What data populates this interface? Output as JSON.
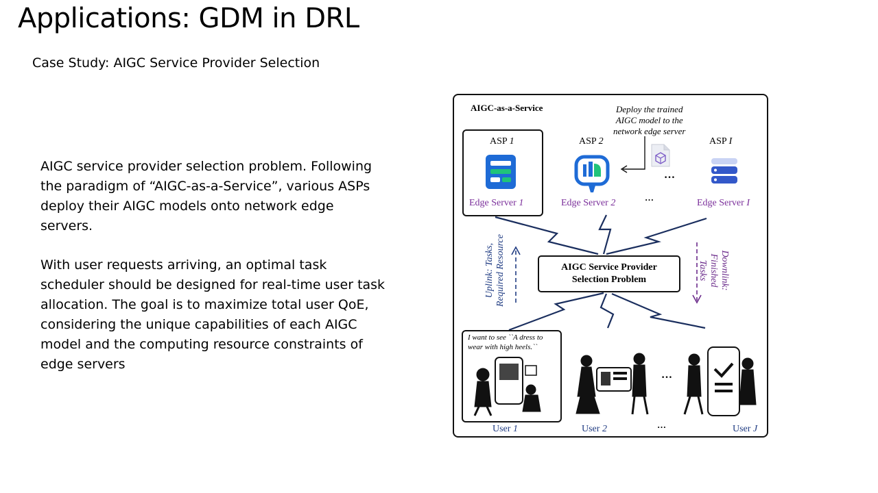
{
  "slide": {
    "title": "Applications: GDM in DRL",
    "subtitle": "Case Study: AIGC Service Provider Selection",
    "paragraphs": [
      "AIGC service provider selection problem. Following the paradigm of “AIGC-as-a-Service”, various ASPs deploy their AIGC models onto network edge servers.",
      "With user requests arriving, an optimal task scheduler should be designed for real-time user task allocation. The goal is to maximize total user QoE, considering the unique capabilities of each AIGC model and the computing resource constraints of edge servers"
    ]
  },
  "diagram": {
    "heading": "AIGC-as-a-Service",
    "deploy_note": "Deploy the trained\nAIGC model to the\nnetwork edge server",
    "asps": [
      {
        "asp": "ASP ",
        "idx": "1",
        "server": "Edge Server ",
        "sidx": "1"
      },
      {
        "asp": "ASP ",
        "idx": "2",
        "server": "Edge Server ",
        "sidx": "2"
      },
      {
        "asp": "ASP ",
        "idx": "I",
        "server": "Edge Server ",
        "sidx": "I"
      }
    ],
    "ellipsis": "…",
    "problem_box": "AIGC Service Provider\nSelection Problem",
    "uplink": "Uplink: Tasks,\nRequired Resource",
    "downlink": "Downlink:\nFinished Tasks",
    "speech": "I want to see ``A dress to\nwear with high heels.``",
    "users": [
      {
        "name": "User ",
        "idx": "1"
      },
      {
        "name": "User ",
        "idx": "2"
      },
      {
        "name": "User ",
        "idx": "J"
      }
    ],
    "colors": {
      "server1": "#1e6bd6",
      "server1_accent": "#20c37a",
      "server2": "#1e6bd6",
      "server2_accent": "#20c37a",
      "serverI": "#3358c9",
      "edge_label": "#7a2e9a",
      "uplink": "#1f3b82",
      "downlink": "#6a2a8a",
      "lightning": "#1a2e5e"
    },
    "icons": [
      "server-icon",
      "monitor-chart-icon",
      "server-stack-icon",
      "model-file-icon",
      "people-phone-illustration",
      "people-screen-illustration",
      "people-checklist-illustration"
    ]
  }
}
